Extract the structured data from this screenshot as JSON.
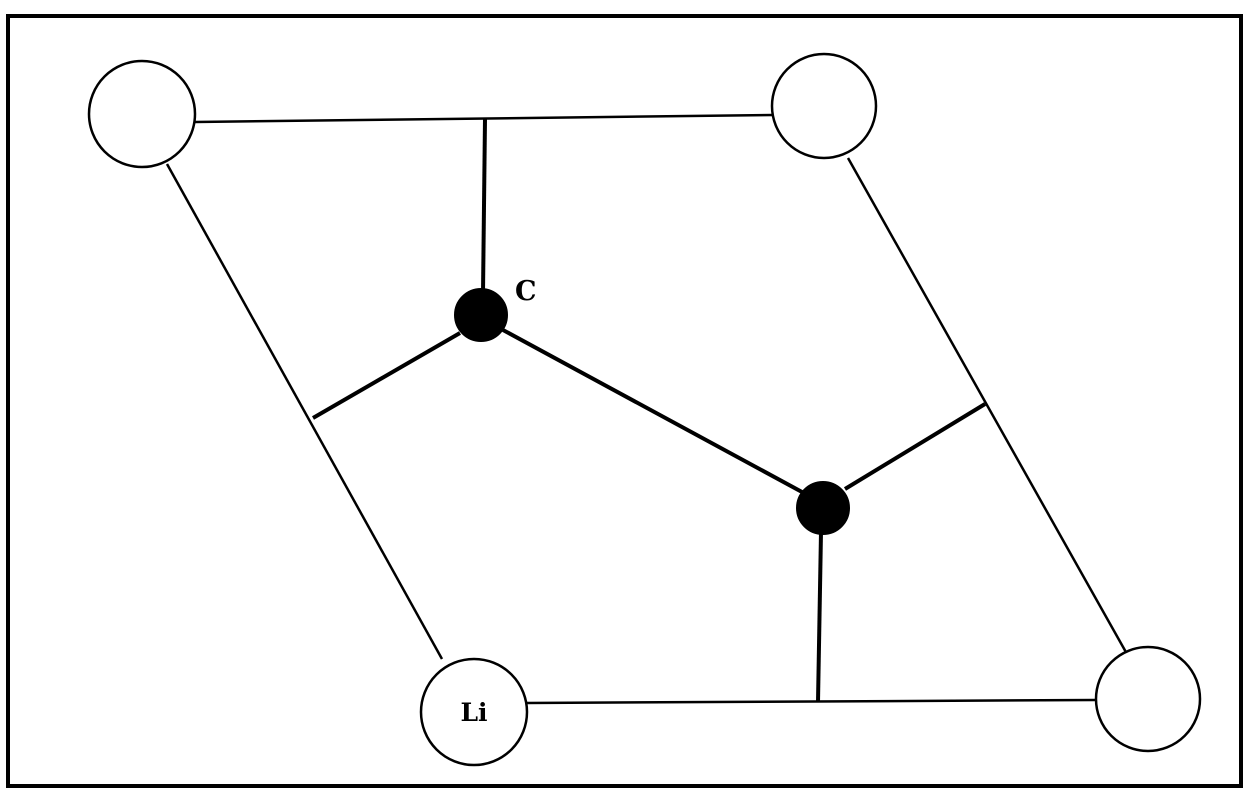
{
  "colors": {
    "background": "#ffffff",
    "stroke": "#000000",
    "open_atom_fill": "#ffffff",
    "filled_atom_fill": "#000000"
  },
  "atoms": {
    "top_left": {
      "kind": "open",
      "label": ""
    },
    "top_right": {
      "kind": "open",
      "label": ""
    },
    "bottom_left": {
      "kind": "open",
      "label": "Li"
    },
    "bottom_right": {
      "kind": "open",
      "label": ""
    },
    "carbon_upper": {
      "kind": "filled",
      "label": "C"
    },
    "carbon_lower": {
      "kind": "filled",
      "label": ""
    }
  }
}
